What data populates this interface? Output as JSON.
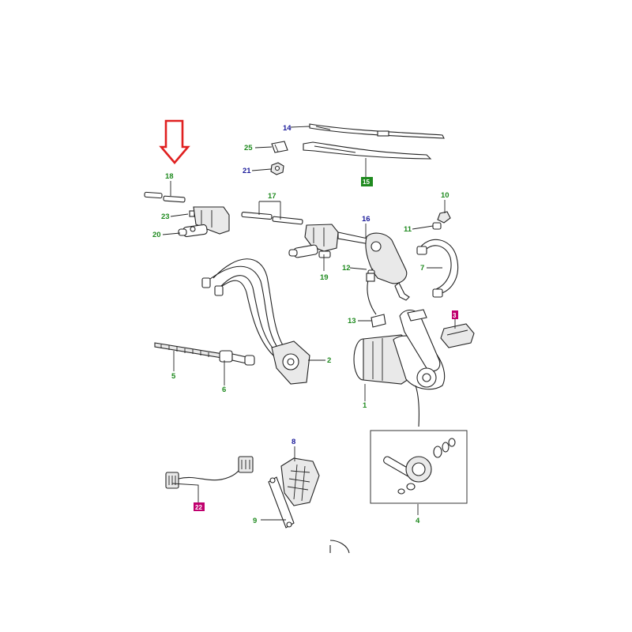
{
  "callouts": [
    {
      "id": "c1",
      "text": "1",
      "color": "#1f8a1f"
    },
    {
      "id": "c2",
      "text": "2",
      "color": "#1f8a1f"
    },
    {
      "id": "c3",
      "text": "3",
      "color": "#c0006e"
    },
    {
      "id": "c4",
      "text": "4",
      "color": "#1f8a1f"
    },
    {
      "id": "c5",
      "text": "5",
      "color": "#1f8a1f"
    },
    {
      "id": "c6",
      "text": "6",
      "color": "#1f8a1f"
    },
    {
      "id": "c7",
      "text": "7",
      "color": "#1f8a1f"
    },
    {
      "id": "c8",
      "text": "8",
      "color": "#1a1a9a"
    },
    {
      "id": "c9",
      "text": "9",
      "color": "#1f8a1f"
    },
    {
      "id": "c10",
      "text": "10",
      "color": "#1f8a1f"
    },
    {
      "id": "c11",
      "text": "11",
      "color": "#1f8a1f"
    },
    {
      "id": "c12",
      "text": "12",
      "color": "#1f8a1f"
    },
    {
      "id": "c13",
      "text": "13",
      "color": "#1f8a1f"
    },
    {
      "id": "c14",
      "text": "14",
      "color": "#1a1a9a"
    },
    {
      "id": "c15",
      "text": "15",
      "color": "#1f8a1f"
    },
    {
      "id": "c16",
      "text": "16",
      "color": "#1a1a9a"
    },
    {
      "id": "c17",
      "text": "17",
      "color": "#1f8a1f"
    },
    {
      "id": "c18",
      "text": "18",
      "color": "#1f8a1f"
    },
    {
      "id": "c19",
      "text": "19",
      "color": "#1f8a1f"
    },
    {
      "id": "c20",
      "text": "20",
      "color": "#1f8a1f"
    },
    {
      "id": "c21",
      "text": "21",
      "color": "#1a1a9a"
    },
    {
      "id": "c22",
      "text": "22",
      "color": "#c0006e"
    },
    {
      "id": "c23",
      "text": "23",
      "color": "#1f8a1f"
    },
    {
      "id": "c25",
      "text": "25",
      "color": "#1f8a1f"
    }
  ],
  "highlight_arrow": {
    "color": "#e02020",
    "points_to": "18"
  }
}
